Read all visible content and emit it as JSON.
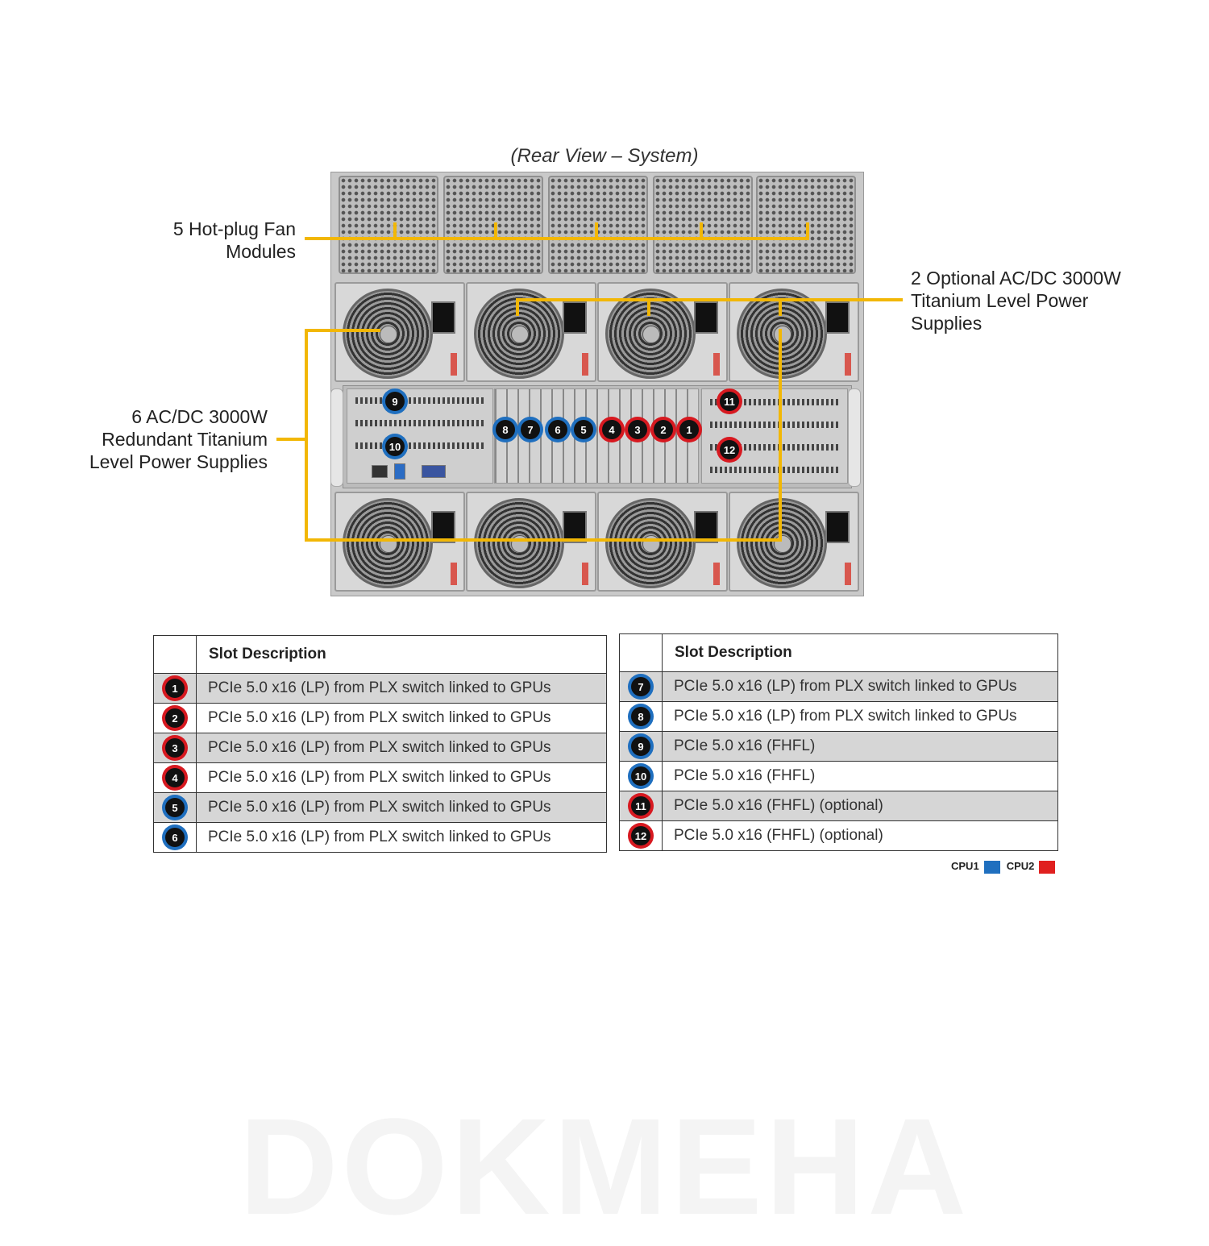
{
  "caption": "(Rear View – System)",
  "callouts": {
    "fans": [
      "5 Hot-plug  Fan",
      "Modules"
    ],
    "optional_psu": [
      "2 Optional AC/DC 3000W",
      "Titanium  Level Power",
      "Supplies"
    ],
    "redundant_psu": [
      "6 AC/DC 3000W",
      "Redundant  Titanium",
      "Level Power Supplies"
    ]
  },
  "colors": {
    "leader": "#f2b705",
    "cpu1": "#1f6fbf",
    "cpu2": "#d71920"
  },
  "slot_badges": {
    "s1": "1",
    "s2": "2",
    "s3": "3",
    "s4": "4",
    "s5": "5",
    "s6": "6",
    "s7": "7",
    "s8": "8",
    "s9": "9",
    "s10": "10",
    "s11": "11",
    "s12": "12"
  },
  "tables": {
    "header": "Slot  Description",
    "left": [
      {
        "num": "1",
        "desc": "PCIe  5.0 x16  (LP)  from  PLX  switch  linked to  GPUs"
      },
      {
        "num": "2",
        "desc": "PCIe  5.0 x16  (LP)  from  PLX  switch  linked to  GPUs"
      },
      {
        "num": "3",
        "desc": "PCIe  5.0 x16  (LP)  from  PLX  switch  linked to  GPUs"
      },
      {
        "num": "4",
        "desc": "PCIe  5.0 x16  (LP)  from  PLX  switch  linked to  GPUs"
      },
      {
        "num": "5",
        "desc": "PCIe  5.0 x16  (LP)  from  PLX  switch  linked to  GPUs"
      },
      {
        "num": "6",
        "desc": "PCIe  5.0 x16  (LP)  from  PLX  switch  linked to  GPUs"
      }
    ],
    "right": [
      {
        "num": "7",
        "desc": "PCIe  5.0 x16  (LP)  from  PLX  switch  linked to  GPUs"
      },
      {
        "num": "8",
        "desc": "PCIe  5.0 x16  (LP)  from  PLX  switch  linked to  GPUs"
      },
      {
        "num": "9",
        "desc": "PCIe  5.0 x16  (FHFL)"
      },
      {
        "num": "10",
        "desc": "PCIe  5.0 x16  (FHFL)"
      },
      {
        "num": "11",
        "desc": "PCIe  5.0 x16  (FHFL)  (optional)"
      },
      {
        "num": "12",
        "desc": "PCIe  5.0 x16  (FHFL)  (optional)"
      }
    ]
  },
  "legend": {
    "cpu1": "CPU1",
    "cpu2": "CPU2"
  },
  "watermark": "DOKMEHA"
}
